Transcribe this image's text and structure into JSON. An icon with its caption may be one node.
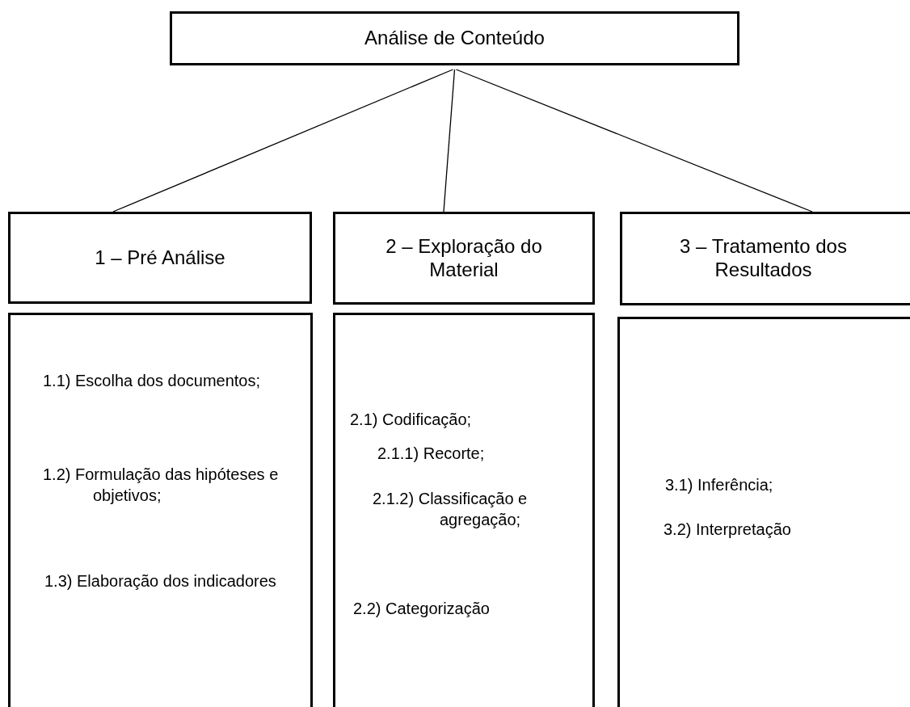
{
  "diagram": {
    "nodes": [
      {
        "text": [
          "Análise de Conteúdo"
        ]
      },
      {
        "text": [
          "1 – Pré Análise"
        ]
      },
      {
        "text": [
          "2 – Exploração do Material"
        ]
      },
      {
        "text": [
          "3 – Tratamento dos Resultados"
        ]
      },
      {
        "text": [
          "1.1) Escolha dos documentos;",
          "1.2) Formulação das hipóteses e objetivos;",
          "1.3) Elaboração dos indicadores"
        ]
      },
      {
        "text": [
          "2.1) Codificação;",
          "2.1.1) Recorte;",
          "2.1.2) Classificação e agregação;",
          "2.2) Categorização"
        ]
      },
      {
        "text": [
          "3.1) Inferência;",
          "3.2) Interpretação"
        ]
      }
    ],
    "edges": [
      {
        "from": 0,
        "to": 1,
        "arrow": "none"
      },
      {
        "from": 0,
        "to": 2,
        "arrow": "none"
      },
      {
        "from": 0,
        "to": 3,
        "arrow": "none"
      }
    ]
  }
}
